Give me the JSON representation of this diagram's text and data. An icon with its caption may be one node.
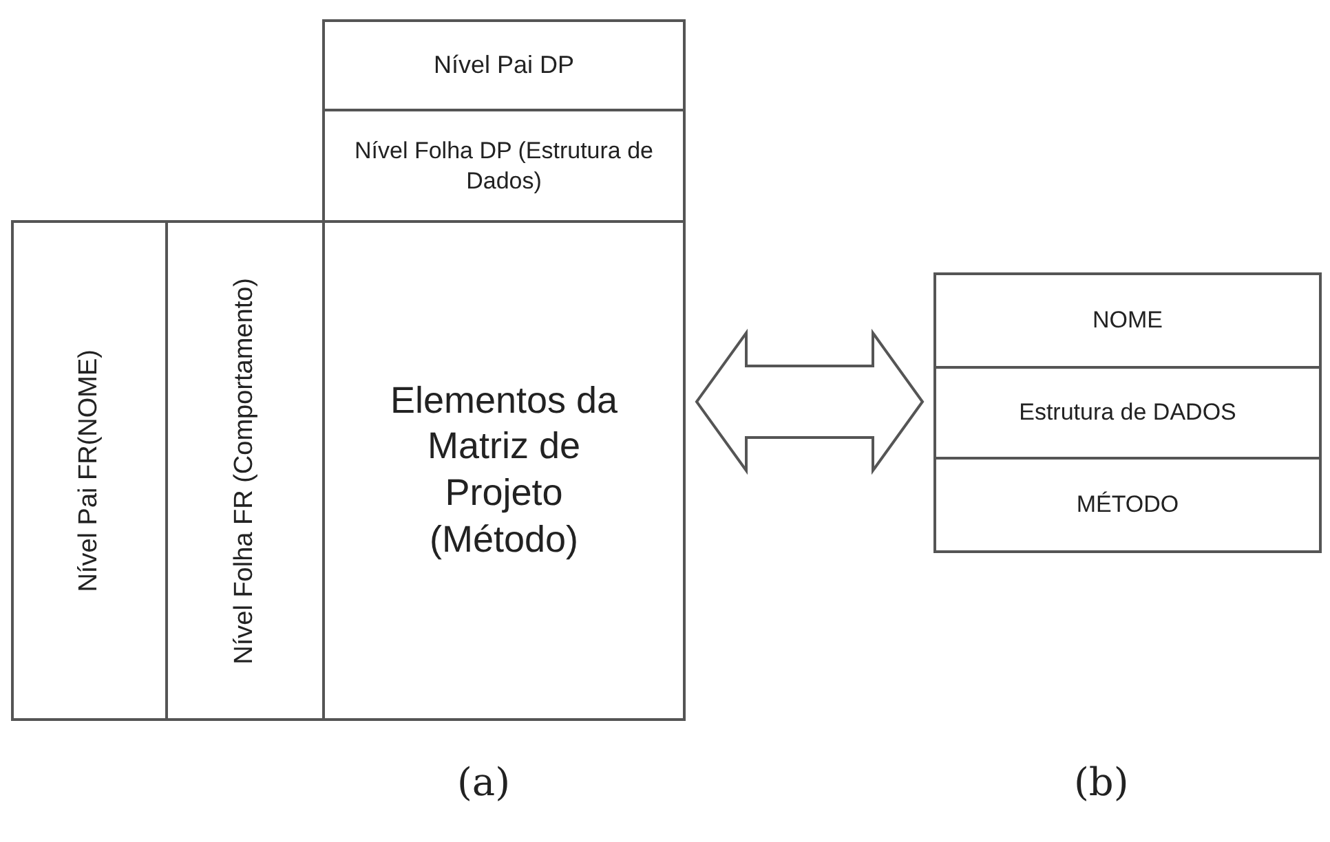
{
  "diagram": {
    "nodes": [
      {
        "text": [
          "Nível Pai DP"
        ]
      },
      {
        "text": [
          "Nível Folha DP (Estrutura de Dados)"
        ]
      },
      {
        "text": [
          "Nível Pai FR(NOME)"
        ]
      },
      {
        "text": [
          "Nível Folha FR (Comportamento)"
        ]
      },
      {
        "text": [
          "Elementos da Matriz de Projeto (Método)"
        ]
      },
      {
        "text": [],
        "shape": "box"
      },
      {
        "text": [
          "NOME"
        ],
        "in": 5
      },
      {
        "text": [
          "Estrutura de DADOS"
        ],
        "in": 5
      },
      {
        "text": [
          "MÉTODO"
        ],
        "in": 5
      }
    ],
    "edges": [
      {
        "from": 4,
        "to": 5,
        "arrow": "both"
      }
    ],
    "labels": [
      "(a)",
      "(b)"
    ]
  }
}
